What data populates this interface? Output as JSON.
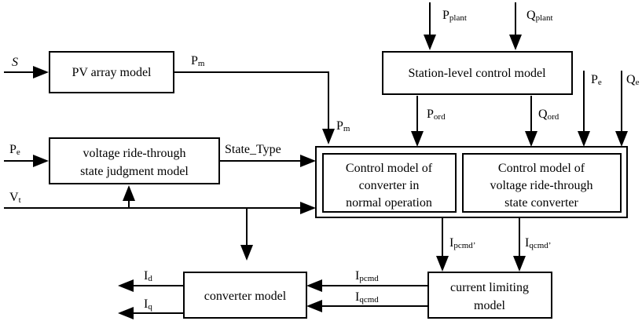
{
  "blocks": {
    "pv_array": "PV array model",
    "station_control": "Station-level control model",
    "vrt_judgment": [
      "voltage ride-through",
      "state judgment model"
    ],
    "normal_control": [
      "Control model of",
      "converter in",
      "normal operation"
    ],
    "vrt_control": [
      "Control model of",
      "voltage ride-through",
      "state converter"
    ],
    "current_limiting": [
      "current limiting",
      "model"
    ],
    "converter": "converter model"
  },
  "signals": {
    "S": "S",
    "Pm_out": {
      "main": "P",
      "sub": "m"
    },
    "Pm_in": {
      "main": "P",
      "sub": "m"
    },
    "Pplant": {
      "main": "P",
      "sub": "plant"
    },
    "Qplant": {
      "main": "Q",
      "sub": "plant"
    },
    "Pord": {
      "main": "P",
      "sub": "ord"
    },
    "Qord": {
      "main": "Q",
      "sub": "ord"
    },
    "Pe_top": {
      "main": "P",
      "sub": "e"
    },
    "Qe_top": {
      "main": "Q",
      "sub": "e"
    },
    "Pe_left": {
      "main": "P",
      "sub": "e"
    },
    "State_Type": "State_Type",
    "Vt": {
      "main": "V",
      "sub": "t"
    },
    "Ipcmd_prime": {
      "main": "I",
      "sub": "pcmd’"
    },
    "Iqcmd_prime": {
      "main": "I",
      "sub": "qcmd’"
    },
    "Ipcmd": {
      "main": "I",
      "sub": "pcmd"
    },
    "Iqcmd": {
      "main": "I",
      "sub": "qcmd"
    },
    "Id": {
      "main": "I",
      "sub": "d"
    },
    "Iq": {
      "main": "I",
      "sub": "q"
    }
  }
}
